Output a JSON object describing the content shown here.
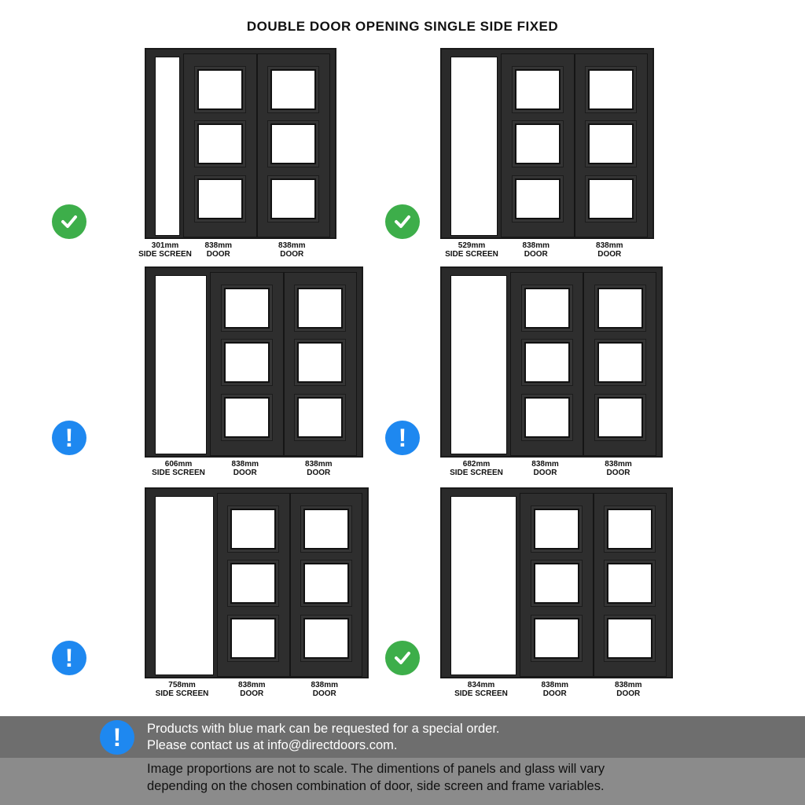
{
  "title": "DOUBLE DOOR OPENING SINGLE SIDE FIXED",
  "options": [
    {
      "side_mm": "301mm",
      "side_label": "SIDE SCREEN",
      "door1_mm": "838mm",
      "door1_label": "DOOR",
      "door2_mm": "838mm",
      "door2_label": "DOOR",
      "status": "available",
      "icon": "check-icon"
    },
    {
      "side_mm": "529mm",
      "side_label": "SIDE SCREEN",
      "door1_mm": "838mm",
      "door1_label": "DOOR",
      "door2_mm": "838mm",
      "door2_label": "DOOR",
      "status": "available",
      "icon": "check-icon"
    },
    {
      "side_mm": "606mm",
      "side_label": "SIDE SCREEN",
      "door1_mm": "838mm",
      "door1_label": "DOOR",
      "door2_mm": "838mm",
      "door2_label": "DOOR",
      "status": "special-order",
      "icon": "exclamation-icon"
    },
    {
      "side_mm": "682mm",
      "side_label": "SIDE SCREEN",
      "door1_mm": "838mm",
      "door1_label": "DOOR",
      "door2_mm": "838mm",
      "door2_label": "DOOR",
      "status": "special-order",
      "icon": "exclamation-icon"
    },
    {
      "side_mm": "758mm",
      "side_label": "SIDE SCREEN",
      "door1_mm": "838mm",
      "door1_label": "DOOR",
      "door2_mm": "838mm",
      "door2_label": "DOOR",
      "status": "special-order",
      "icon": "exclamation-icon"
    },
    {
      "side_mm": "834mm",
      "side_label": "SIDE SCREEN",
      "door1_mm": "838mm",
      "door1_label": "DOOR",
      "door2_mm": "838mm",
      "door2_label": "DOOR",
      "status": "available",
      "icon": "check-icon"
    }
  ],
  "footer": {
    "special_line1": "Products with blue mark can be requested for a special order.",
    "special_line2": "Please contact us at info@directdoors.com.",
    "note_line1": "Image proportions are not to scale. The dimentions of panels and glass will vary",
    "note_line2": "depending on the chosen combination of door, side screen and frame variables."
  },
  "colors": {
    "check": "#3dae4a",
    "special": "#1e88f0",
    "frame": "#2a2a2a"
  }
}
